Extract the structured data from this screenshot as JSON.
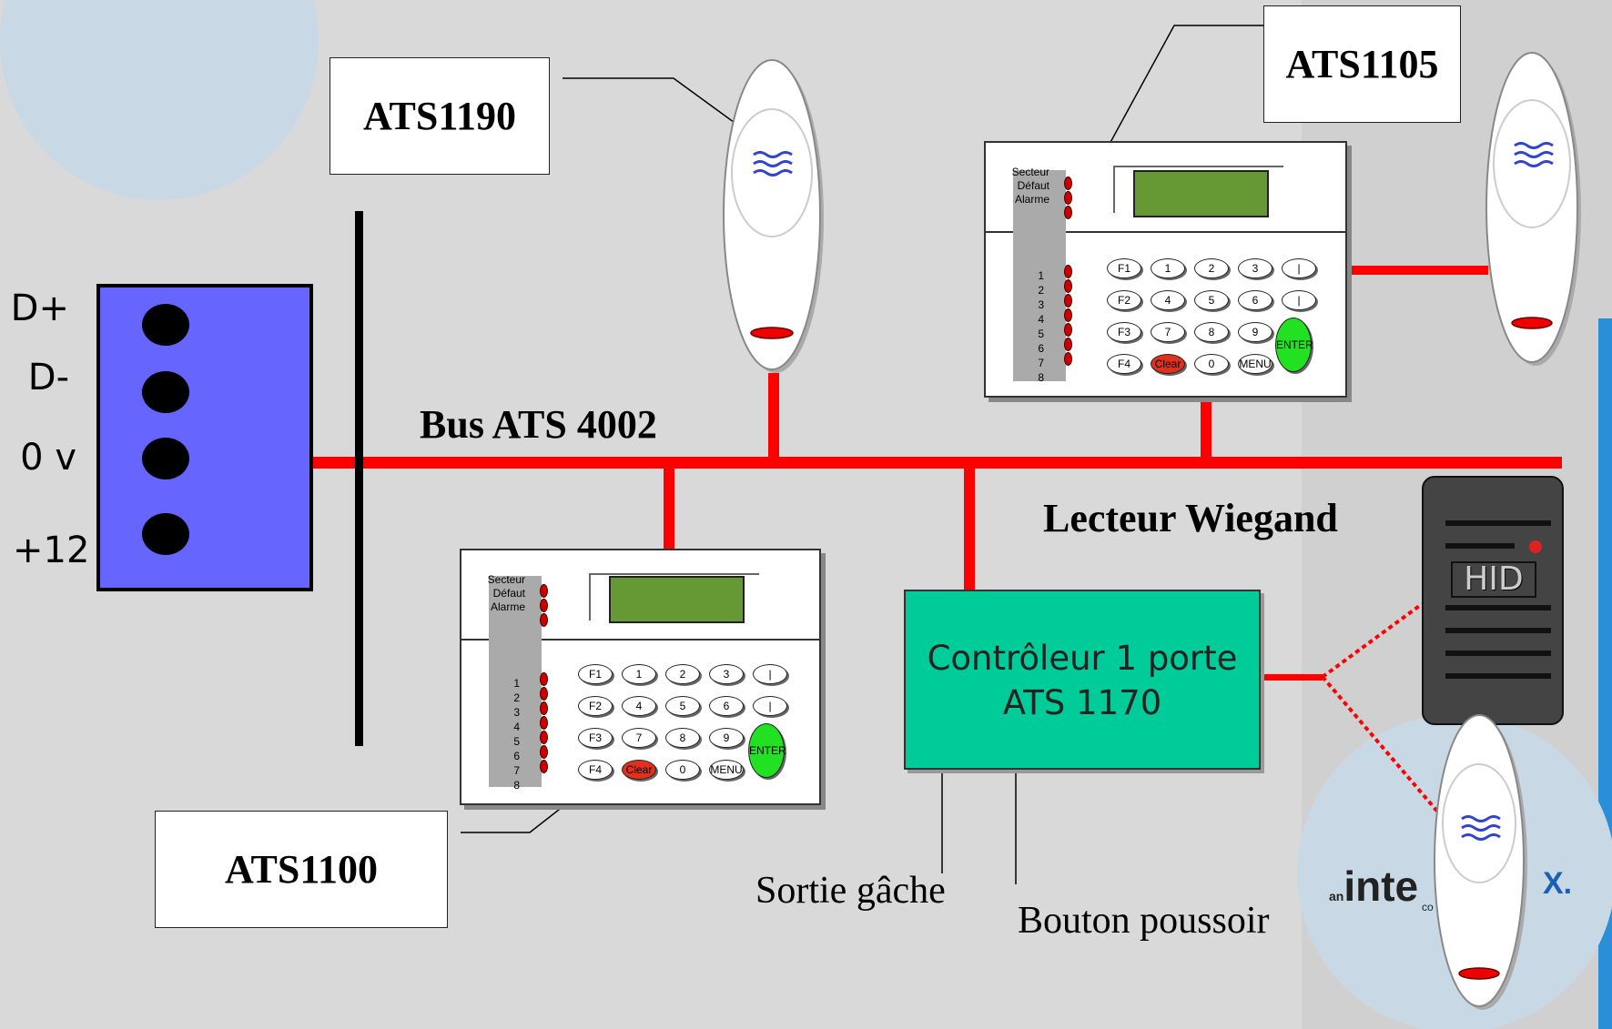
{
  "terminals": [
    "D+",
    "D-",
    "0 v",
    "+12"
  ],
  "bus_label": "Bus ATS 4002",
  "device_labels": {
    "ats1190": "ATS1190",
    "ats1105": "ATS1105",
    "ats1100": "ATS1100"
  },
  "reader_label": "Lecteur Wiegand",
  "reader_brand": "HID",
  "controller": {
    "line1": "Contrôleur 1 porte",
    "line2": "ATS 1170"
  },
  "outputs": {
    "strike": "Sortie gâche",
    "button": "Bouton poussoir"
  },
  "keypad": {
    "status_leds": [
      "Secteur",
      "Défaut",
      "Alarme"
    ],
    "zone_numbers": "1\n2\n3\n4\n5\n6\n7\n8",
    "keys": [
      [
        "F1",
        "1",
        "2",
        "3",
        "|"
      ],
      [
        "F2",
        "4",
        "5",
        "6",
        "|"
      ],
      [
        "F3",
        "7",
        "8",
        "9"
      ],
      [
        "F4",
        "Clear",
        "0",
        "MENU"
      ]
    ],
    "enter": "ENTER"
  },
  "logo": {
    "prefix": "an",
    "text": "inte",
    "sub": "co",
    "suffix": "X."
  },
  "colors": {
    "bus": "#ff0000",
    "terminal_block": "#6666ff",
    "controller": "#00cc99",
    "lcd": "#669933",
    "detector_led": "#ee0000",
    "detector_waves": "#3344cc"
  }
}
